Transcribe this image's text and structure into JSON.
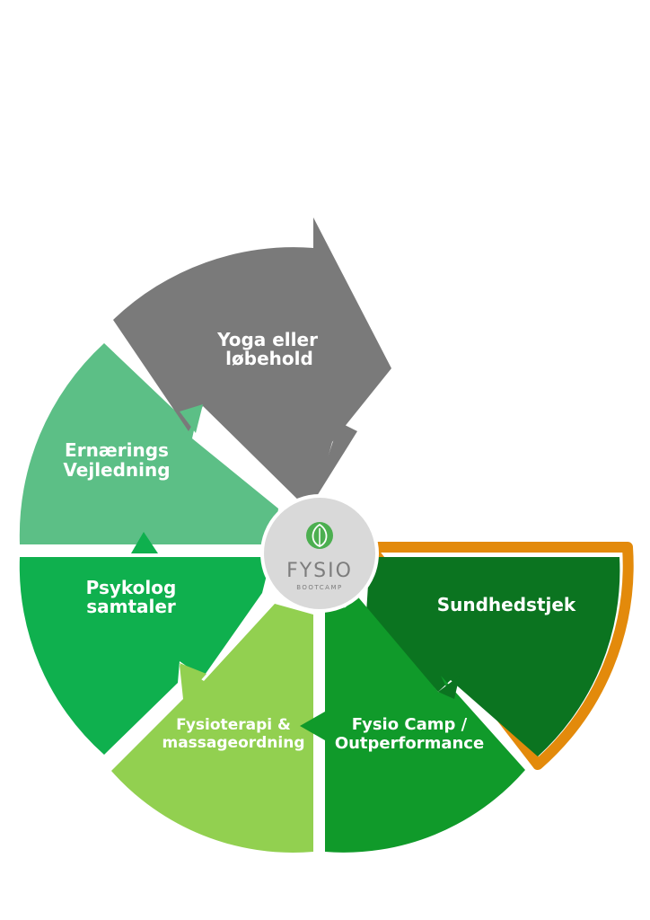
{
  "segments": [
    {
      "id": "yoga",
      "label_lines": [
        "Yoga eller",
        "løbehold"
      ],
      "color": "#7a7a7a"
    },
    {
      "id": "ernaering",
      "label_lines": [
        "Ernærings",
        "Vejledning"
      ],
      "color": "#5cbf86"
    },
    {
      "id": "psykolog",
      "label_lines": [
        "Psykolog",
        "samtaler"
      ],
      "color": "#0fb04e"
    },
    {
      "id": "fysioterapi",
      "label_lines": [
        "Fysioterapi &",
        "massageordning"
      ],
      "color": "#92d050"
    },
    {
      "id": "fysiocamp",
      "label_lines": [
        "Fysio Camp /",
        "Outperformance"
      ],
      "color": "#109a2a"
    },
    {
      "id": "sundhedstjek",
      "label_lines": [
        "Sundhedstjek"
      ],
      "color": "#0b7420",
      "outline_color": "#e38a0b"
    }
  ],
  "logo": {
    "name": "FYSIO",
    "tagline": "BOOTCAMP",
    "icon": "leaf-icon",
    "circle_color": "#d9d9d9",
    "icon_color": "#4caf50"
  }
}
